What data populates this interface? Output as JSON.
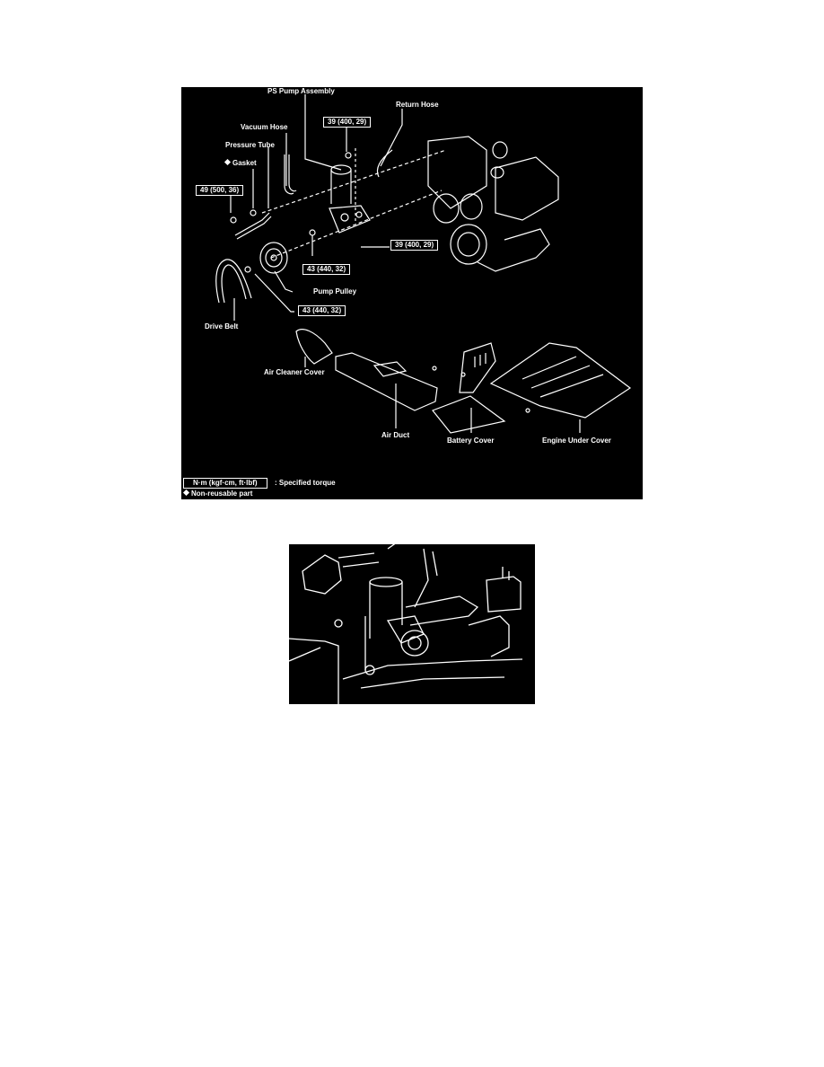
{
  "figure1": {
    "labels": {
      "ps_pump_assembly": "PS Pump Assembly",
      "return_hose": "Return Hose",
      "vacuum_hose": "Vacuum Hose",
      "pressure_tube": "Pressure Tube",
      "gasket": "Gasket",
      "pump_pulley": "Pump Pulley",
      "drive_belt": "Drive Belt",
      "air_cleaner_cover": "Air Cleaner Cover",
      "air_duct": "Air Duct",
      "battery_cover": "Battery Cover",
      "engine_under_cover": "Engine Under Cover"
    },
    "torques": {
      "top_bolt": "39 (400, 29)",
      "right_bolt": "39 (400, 29)",
      "left_bolt": "49 (500, 36)",
      "center_nut": "43 (440, 32)",
      "pulley_nut": "43 (440, 32)"
    },
    "legend": {
      "torque_unit": "N·m (kgf·cm, ft·lbf)",
      "torque_desc": ":  Specified torque",
      "non_reusable": "Non-reusable part"
    },
    "colors": {
      "background": "#000000",
      "line": "#ffffff"
    }
  },
  "figure2": {
    "description": "Engine bay view of PS pump installed"
  }
}
